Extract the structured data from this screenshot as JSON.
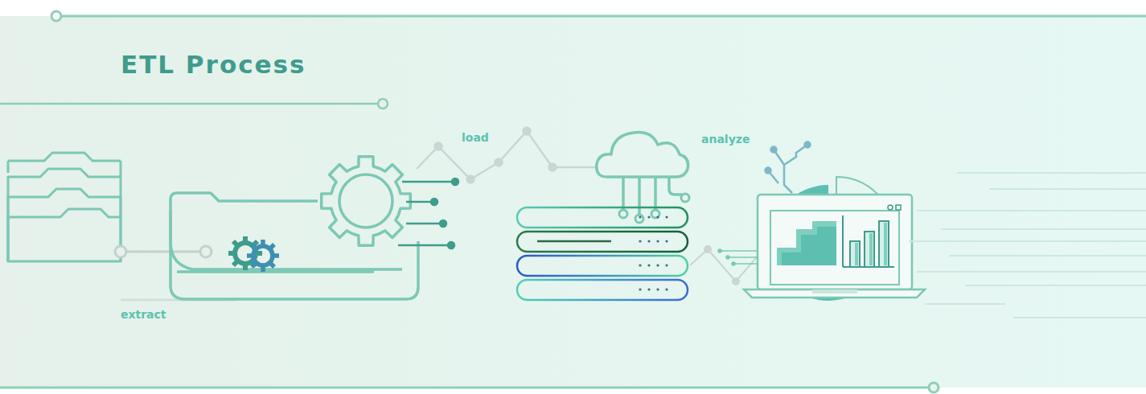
{
  "diagram": {
    "title": "ETL Process",
    "labels": [
      "extract",
      "load",
      "analyze"
    ]
  }
}
